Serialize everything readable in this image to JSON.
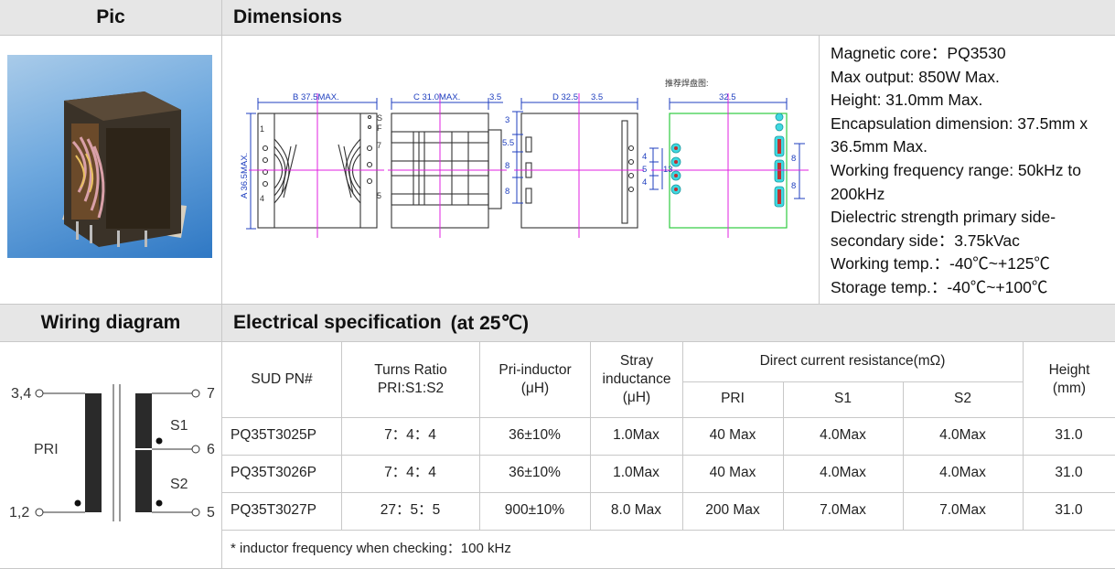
{
  "headers": {
    "pic": "Pic",
    "dimensions": "Dimensions",
    "wiring": "Wiring diagram",
    "electrical": "Electrical specification",
    "electrical_cond": "(at 25℃)"
  },
  "specs": [
    "Magnetic core：PQ3530",
    "Max output: 850W Max.",
    "Height: 31.0mm Max.",
    "Encapsulation dimension: 37.5mm x 36.5mm Max.",
    "Working frequency range: 50kHz to 200kHz",
    "Dielectric strength primary side-secondary side：3.75kVac",
    "Working temp.：-40℃~+125℃",
    "Storage temp.：-40℃~+100℃"
  ],
  "drawing": {
    "dim_b": "B 37.5MAX.",
    "dim_c": "C 31.0MAX.",
    "dim_35": "3.5",
    "dim_d": "D 32.5",
    "dim_d2": "3.5",
    "dim_a": "A 36.5MAX.",
    "dim_pcb": "32.5",
    "pcb_title": "推荐焊盘图:",
    "pin_s": "S",
    "pin_f": "F",
    "pin_7": "7",
    "pin_5": "5",
    "pin_1": "1",
    "pin_4": "4",
    "d_3": "3",
    "d_55": "5.5",
    "d_8a": "8",
    "d_8b": "8",
    "s_4a": "4",
    "s_5": "5",
    "s_4b": "4",
    "s_13": "13",
    "s_8a": "8",
    "s_8b": "8"
  },
  "wiring": {
    "pin_34": "3,4",
    "pin_12": "1,2",
    "pin_7": "7",
    "pin_6": "6",
    "pin_5": "5",
    "pri": "PRI",
    "s1": "S1",
    "s2": "S2"
  },
  "table": {
    "headers": {
      "pn": "SUD PN#",
      "turns": "Turns Ratio PRI:S1:S2",
      "pri_ind": "Pri-inductor (μH)",
      "stray": "Stray inductance (μH)",
      "dcr": "Direct current resistance(mΩ)",
      "dcr_pri": "PRI",
      "dcr_s1": "S1",
      "dcr_s2": "S2",
      "height": "Height (mm)"
    },
    "rows": [
      [
        "PQ35T3025P",
        "7：4：4",
        "36±10%",
        "1.0Max",
        "40 Max",
        "4.0Max",
        "4.0Max",
        "31.0"
      ],
      [
        "PQ35T3026P",
        "7：4：4",
        "36±10%",
        "1.0Max",
        "40 Max",
        "4.0Max",
        "4.0Max",
        "31.0"
      ],
      [
        "PQ35T3027P",
        "27：5：5",
        "900±10%",
        "8.0 Max",
        "200 Max",
        "7.0Max",
        "7.0Max",
        "31.0"
      ]
    ],
    "footnote": "* inductor frequency when checking：100 kHz"
  },
  "colors": {
    "header_bg": "#e6e6e6",
    "grid": "#c8c8c8",
    "dim_line": "#1f3fbf",
    "center_mark": "#e020e0",
    "pcb_outline": "#2ecc40",
    "pad": "#40d8e0"
  }
}
